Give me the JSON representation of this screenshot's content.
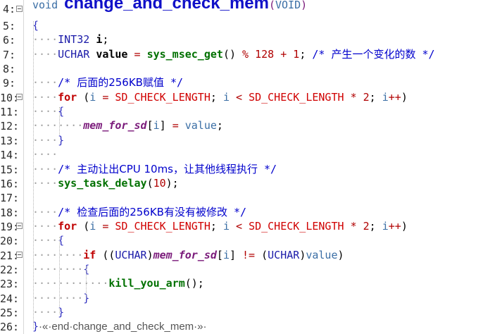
{
  "editor": {
    "lines": [
      {
        "n": "4:",
        "fold": true,
        "html": "<span class='kw-void'>void</span> <span class='fn-big'>change_and_check_mem</span><span class='paren'>(</span><span class='kw-void'>VOID</span><span class='paren'>)</span>"
      },
      {
        "n": "5:",
        "fold": false,
        "html": "<span class='brace'>{</span>"
      },
      {
        "n": "6:",
        "fold": false,
        "html": "<span class='ws'>····</span><span class='type'>INT32</span> <span class='ident-b'>i</span>;"
      },
      {
        "n": "7:",
        "fold": false,
        "html": "<span class='ws'>····</span><span class='type'>UCHAR</span> <span class='ident-b'>value</span> <span class='op'>=</span> <span class='fn'>sys_msec_get</span>() <span class='op'>%</span> <span class='num'>128</span> <span class='op'>+</span> <span class='num'>1</span>; <span class='comment'>/*</span> <span class='comment-cn'>产生一个变化的数</span> <span class='comment'>*/</span>"
      },
      {
        "n": "8:",
        "fold": false,
        "html": ""
      },
      {
        "n": "9:",
        "fold": false,
        "html": "<span class='ws'>····</span><span class='comment'>/*</span> <span class='comment-cn'>后面的256KB赋值</span> <span class='comment'>*/</span>"
      },
      {
        "n": "10:",
        "fold": true,
        "html": "<span class='ws'>····</span><span class='kw-red'>for</span> (<span class='var'>i</span> <span class='op'>=</span> <span class='macro'>SD_CHECK_LENGTH</span>; <span class='var'>i</span> <span class='op'>&lt;</span> <span class='macro'>SD_CHECK_LENGTH</span> <span class='op'>*</span> <span class='num'>2</span>; <span class='var'>i</span><span class='op'>++</span>)"
      },
      {
        "n": "11:",
        "fold": false,
        "html": "<span class='ws'>····</span><span class='brace'>{</span>"
      },
      {
        "n": "12:",
        "fold": false,
        "html": "<span class='ws'>········</span><span class='global'>mem_for_sd</span>[<span class='var'>i</span>] <span class='op'>=</span> <span class='var'>value</span>;"
      },
      {
        "n": "13:",
        "fold": false,
        "html": "<span class='ws'>····</span><span class='brace'>}</span>"
      },
      {
        "n": "14:",
        "fold": false,
        "html": "<span class='ws'>····</span>"
      },
      {
        "n": "15:",
        "fold": false,
        "html": "<span class='ws'>····</span><span class='comment'>/*</span> <span class='comment-cn'>主动让出CPU 10ms，让其他线程执行</span> <span class='comment'>*/</span>"
      },
      {
        "n": "16:",
        "fold": false,
        "html": "<span class='ws'>····</span><span class='fn'>sys_task_delay</span>(<span class='num'>10</span>);"
      },
      {
        "n": "17:",
        "fold": false,
        "html": ""
      },
      {
        "n": "18:",
        "fold": false,
        "html": "<span class='ws'>····</span><span class='comment'>/*</span> <span class='comment-cn'>检查后面的256KB有没有被修改</span> <span class='comment'>*/</span>"
      },
      {
        "n": "19:",
        "fold": true,
        "html": "<span class='ws'>····</span><span class='kw-red'>for</span> (<span class='var'>i</span> <span class='op'>=</span> <span class='macro'>SD_CHECK_LENGTH</span>; <span class='var'>i</span> <span class='op'>&lt;</span> <span class='macro'>SD_CHECK_LENGTH</span> <span class='op'>*</span> <span class='num'>2</span>; <span class='var'>i</span><span class='op'>++</span>)"
      },
      {
        "n": "20:",
        "fold": false,
        "html": "<span class='ws'>····</span><span class='brace'>{</span>"
      },
      {
        "n": "21:",
        "fold": true,
        "html": "<span class='ws'>········</span><span class='kw-red'>if</span> ((<span class='cast'>UCHAR</span>)<span class='global'>mem_for_sd</span>[<span class='var'>i</span>] <span class='op'>!=</span> (<span class='cast'>UCHAR</span>)<span class='var'>value</span>)"
      },
      {
        "n": "22:",
        "fold": false,
        "html": "<span class='ws'>········</span><span class='brace'>{</span>"
      },
      {
        "n": "23:",
        "fold": false,
        "html": "<span class='ws'>············</span><span class='fn'>kill_you_arm</span>();"
      },
      {
        "n": "24:",
        "fold": false,
        "html": "<span class='ws'>········</span><span class='brace'>}</span>"
      },
      {
        "n": "25:",
        "fold": false,
        "html": "<span class='ws'>····</span><span class='brace'>}</span>"
      },
      {
        "n": "26:",
        "fold": false,
        "html": "<span class='brace'>}</span><span class='endlabel'>·«·end·change_and_check_mem·»·</span>"
      }
    ]
  }
}
